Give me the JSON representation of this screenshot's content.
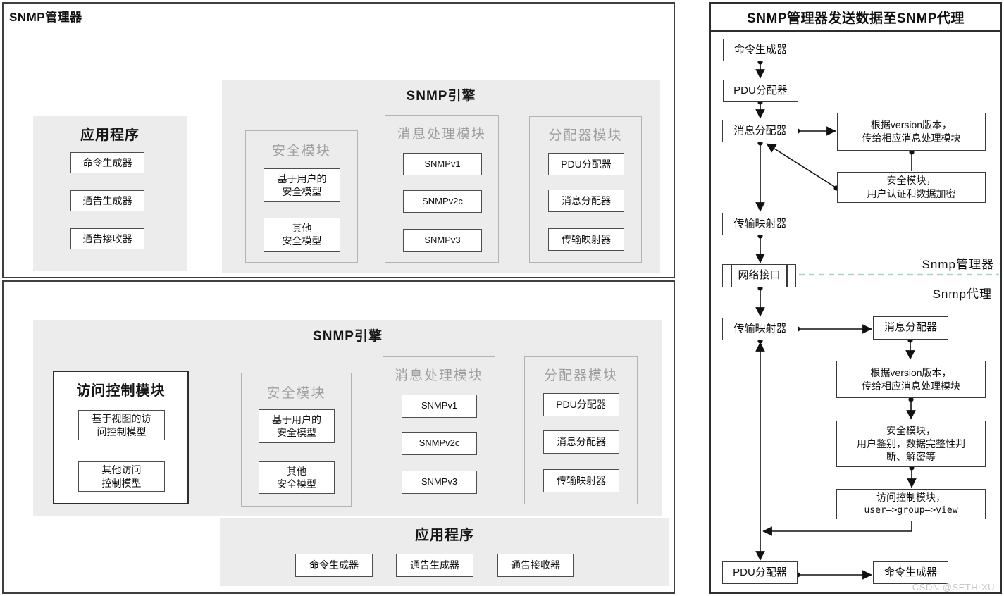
{
  "colors": {
    "gray_box": "#ececec",
    "gray_title": "#9e9e9e",
    "divider_dash": "#a9d6c9",
    "line": "#111111"
  },
  "left_top": {
    "title": "SNMP管理器",
    "app_box": {
      "title": "应用程序",
      "items": [
        "命令生成器",
        "通告生成器",
        "通告接收器"
      ]
    },
    "engine_box": {
      "title": "SNMP引擎",
      "security": {
        "title": "安全模块",
        "items": [
          "基于用户的\n安全模型",
          "其他\n安全模型"
        ]
      },
      "message": {
        "title": "消息处理模块",
        "items": [
          "SNMPv1",
          "SNMPv2c",
          "SNMPv3"
        ]
      },
      "dispatcher": {
        "title": "分配器模块",
        "items": [
          "PDU分配器",
          "消息分配器",
          "传输映射器"
        ]
      }
    }
  },
  "left_bottom": {
    "engine_box": {
      "title": "SNMP引擎",
      "access": {
        "title": "访问控制模块",
        "items": [
          "基于视图的访\n问控制模型",
          "其他访问\n控制模型"
        ]
      },
      "security": {
        "title": "安全模块",
        "items": [
          "基于用户的\n安全模型",
          "其他\n安全模型"
        ]
      },
      "message": {
        "title": "消息处理模块",
        "items": [
          "SNMPv1",
          "SNMPv2c",
          "SNMPv3"
        ]
      },
      "dispatcher": {
        "title": "分配器模块",
        "items": [
          "PDU分配器",
          "消息分配器",
          "传输映射器"
        ]
      }
    },
    "app_box": {
      "title": "应用程序",
      "items": [
        "命令生成器",
        "通告生成器",
        "通告接收器"
      ]
    }
  },
  "flow": {
    "title": "SNMP管理器发送数据至SNMP代理",
    "nodes": {
      "cmd_gen_mgr": "命令生成器",
      "pdu_disp_mgr": "PDU分配器",
      "msg_disp_mgr": "消息分配器",
      "version_mgr": "根据version版本，\n传给相应消息处理模块",
      "security_mgr": "安全模块，\n用户认证和数据加密",
      "transport_mgr": "传输映射器",
      "network_if": "网络接口",
      "transport_agent": "传输映射器",
      "msg_disp_agent": "消息分配器",
      "version_agent": "根据version版本，\n传给相应消息处理模块",
      "security_agent": "安全模块，\n用户鉴别，数据完整性判\n断、解密等",
      "access_agent_line1": "访问控制模块，",
      "access_agent_line2": "user—>group—>view",
      "pdu_disp_agent": "PDU分配器",
      "cmd_gen_agent": "命令生成器"
    },
    "labels": {
      "manager_side": "Snmp管理器",
      "agent_side": "Snmp代理"
    },
    "watermark": "CSDN @SETH·XU"
  }
}
